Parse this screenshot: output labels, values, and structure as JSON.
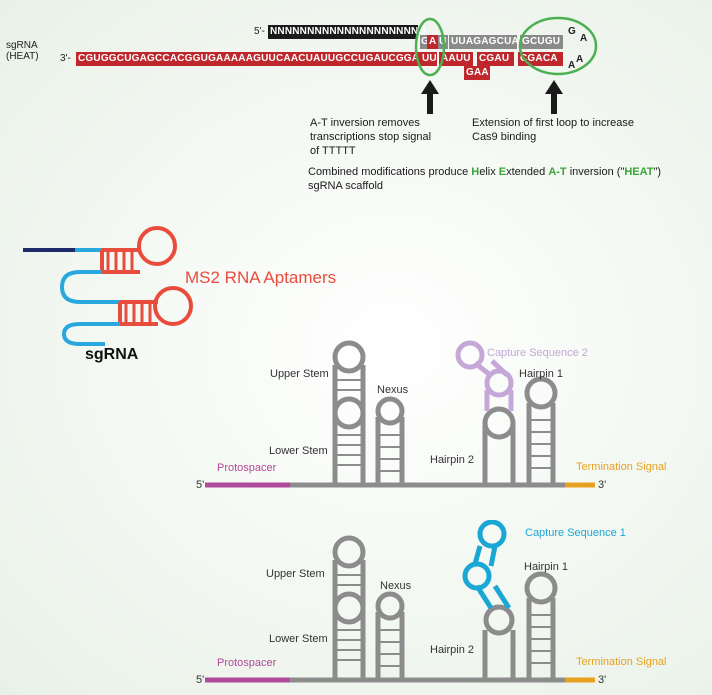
{
  "top": {
    "sgrna_label_line1": "sgRNA",
    "sgrna_label_line2": "(HEAT)",
    "five_prime": "5'-",
    "three_prime": "3'-",
    "spacer_seq": "NNNNNNNNNNNNNNNNNNNNN",
    "top_seq_a": "G",
    "top_seq_b": "A",
    "top_seq_c": "U",
    "top_seq_d": "UUAGAGCUA",
    "top_seq_e": "GCUGU",
    "loop_g": "G",
    "loop_a1": "A",
    "loop_a2": "A",
    "loop_a3": "A",
    "bottom_seq_main": "CGUGGCUGAGCCACGGUGAAAAAGUUCAACUAUUGCCUGAUCGGA",
    "bottom_seq_uu": "UU",
    "bottom_seq_mid": "AAUU",
    "bottom_seq_cgau": "CGAU",
    "bottom_seq_end": "CGACA",
    "bulge": "GAA",
    "note1_line1": "A-T inversion removes",
    "note1_line2": "transcriptions stop signal",
    "note1_line3": "of TTTTT",
    "note2_line1": "Extension of first loop to increase",
    "note2_line2": "Cas9 binding",
    "combined_pre": "Combined modifications produce ",
    "combined_H": "H",
    "combined_elix": "elix ",
    "combined_E": "E",
    "combined_xtended": "xtended ",
    "combined_AT": "A-T",
    "combined_inv": " inversion (\"",
    "combined_HEAT": "HEAT",
    "combined_end": "\")",
    "combined_line2": "sgRNA scaffold"
  },
  "ms2": {
    "title": "MS2 RNA Aptamers",
    "sgrna": "sgRNA"
  },
  "structure1": {
    "upper_stem": "Upper Stem",
    "nexus": "Nexus",
    "lower_stem": "Lower Stem",
    "hairpin1": "Hairpin 1",
    "hairpin2": "Hairpin 2",
    "capture": "Capture Sequence 2",
    "protospacer": "Protospacer",
    "termination": "Termination Signal",
    "five": "5'",
    "three": "3'"
  },
  "structure2": {
    "upper_stem": "Upper Stem",
    "nexus": "Nexus",
    "lower_stem": "Lower Stem",
    "hairpin1": "Hairpin 1",
    "hairpin2": "Hairpin 2",
    "capture": "Capture Sequence 1",
    "protospacer": "Protospacer",
    "termination": "Termination Signal",
    "five": "5'",
    "three": "3'"
  },
  "colors": {
    "red_seq": "#c0272d",
    "gray_seq": "#8a8a8a",
    "black_seq": "#1a1a1a",
    "highlight_green": "#4caf50",
    "ms2_red": "#e84c3d",
    "ms2_blue": "#29a8e0",
    "ms2_navy": "#1f2a6b",
    "capture2": "#c4a8d8",
    "capture1": "#1aa7d6",
    "protospacer": "#b04a9a",
    "termination": "#e8a020",
    "struct_gray": "#8c8c8c"
  }
}
